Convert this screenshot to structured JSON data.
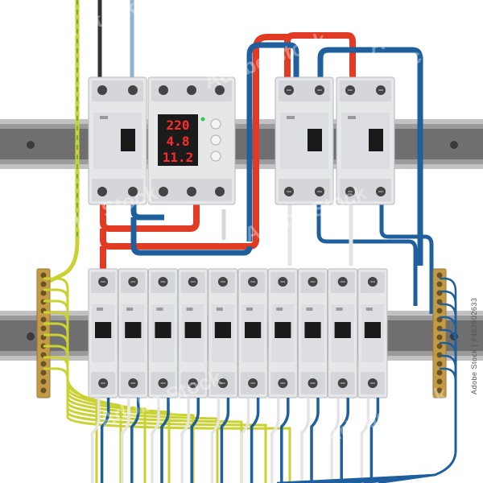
{
  "meter": {
    "voltage": "220",
    "frequency": "4.8",
    "current": "11.2",
    "display_bg": "#1b1b1b",
    "digit_color": "#ff2a2a"
  },
  "colors": {
    "phase_wire": "#e23b24",
    "neutral_wire": "#1f5f9e",
    "earth_wire": "#c9d230",
    "earth_stripe": "#6fb33f",
    "white_wire": "#e4e4e4",
    "din_rail": "#8a8a8a",
    "breaker_body": "#e6e7e9",
    "brass_bar": "#c39a45"
  },
  "icons": [
    "screw-icon",
    "toggle-lever-icon",
    "meter-button-icon"
  ],
  "stock_id": "Adobe Stock | #483902633",
  "watermark": "Adobe Stock"
}
